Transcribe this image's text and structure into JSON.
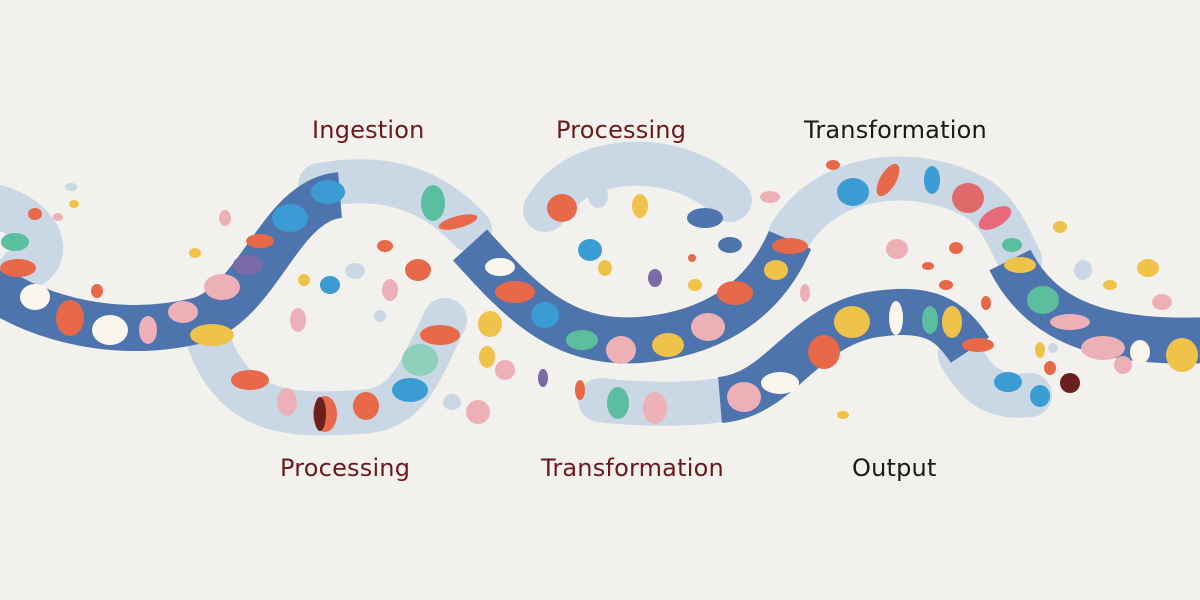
{
  "diagram": {
    "subject": "data pipeline illustration",
    "colors": {
      "background": "#f3f1ed",
      "ribbon_dark": "#4e74ad",
      "ribbon_light": "#c9d8e4",
      "label_primary": "#6b1a1c",
      "label_secondary": "#1b1818",
      "blob_orange": "#e8694a",
      "blob_pink": "#eeb0b7",
      "blob_yellow": "#efc34a",
      "blob_blue": "#3b9bd3",
      "blob_teal": "#5bbf9f",
      "blob_cream": "#faf6ee",
      "blob_purple": "#7b6aa8",
      "blob_maroon": "#6b1f1f"
    },
    "top_labels": [
      {
        "text": "Ingestion",
        "color": "#6b1a1c"
      },
      {
        "text": "Processing",
        "color": "#6b1a1c"
      },
      {
        "text": "Transformation",
        "color": "#1b1818"
      }
    ],
    "bottom_labels": [
      {
        "text": "Processing",
        "color": "#6b1a1c"
      },
      {
        "text": "Transformation",
        "color": "#6b1a1c"
      },
      {
        "text": "Output",
        "color": "#1b1818"
      }
    ]
  }
}
